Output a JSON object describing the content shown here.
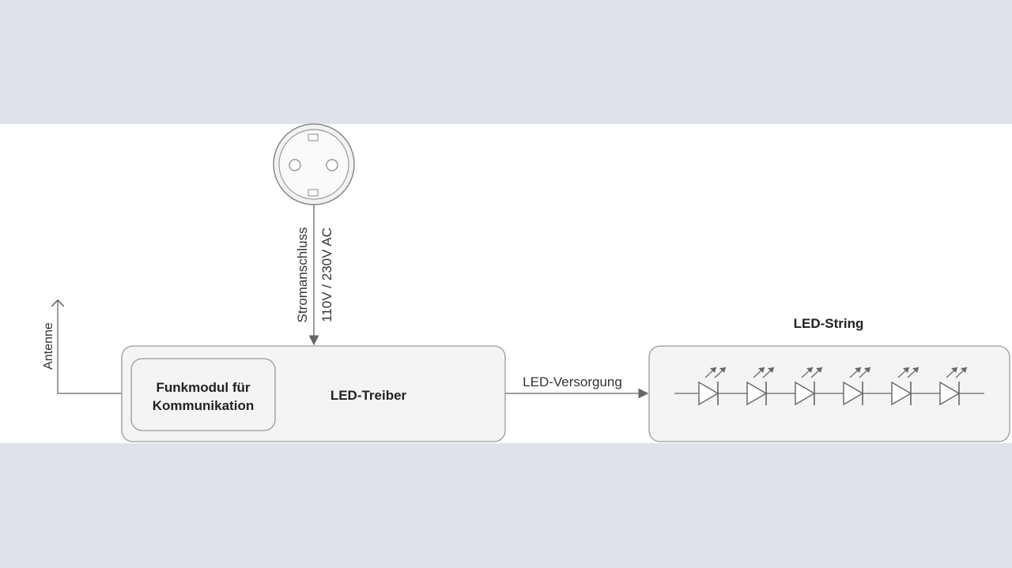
{
  "diagram": {
    "power_label_line1": "Stromanschluss",
    "power_label_line2": "110V / 230V AC",
    "antenna_label": "Antenne",
    "radio_module_line1": "Funkmodul für",
    "radio_module_line2": "Kommunikation",
    "driver_label": "LED-Treiber",
    "supply_label": "LED-Versorgung",
    "string_label": "LED-String",
    "led_count": 6
  }
}
